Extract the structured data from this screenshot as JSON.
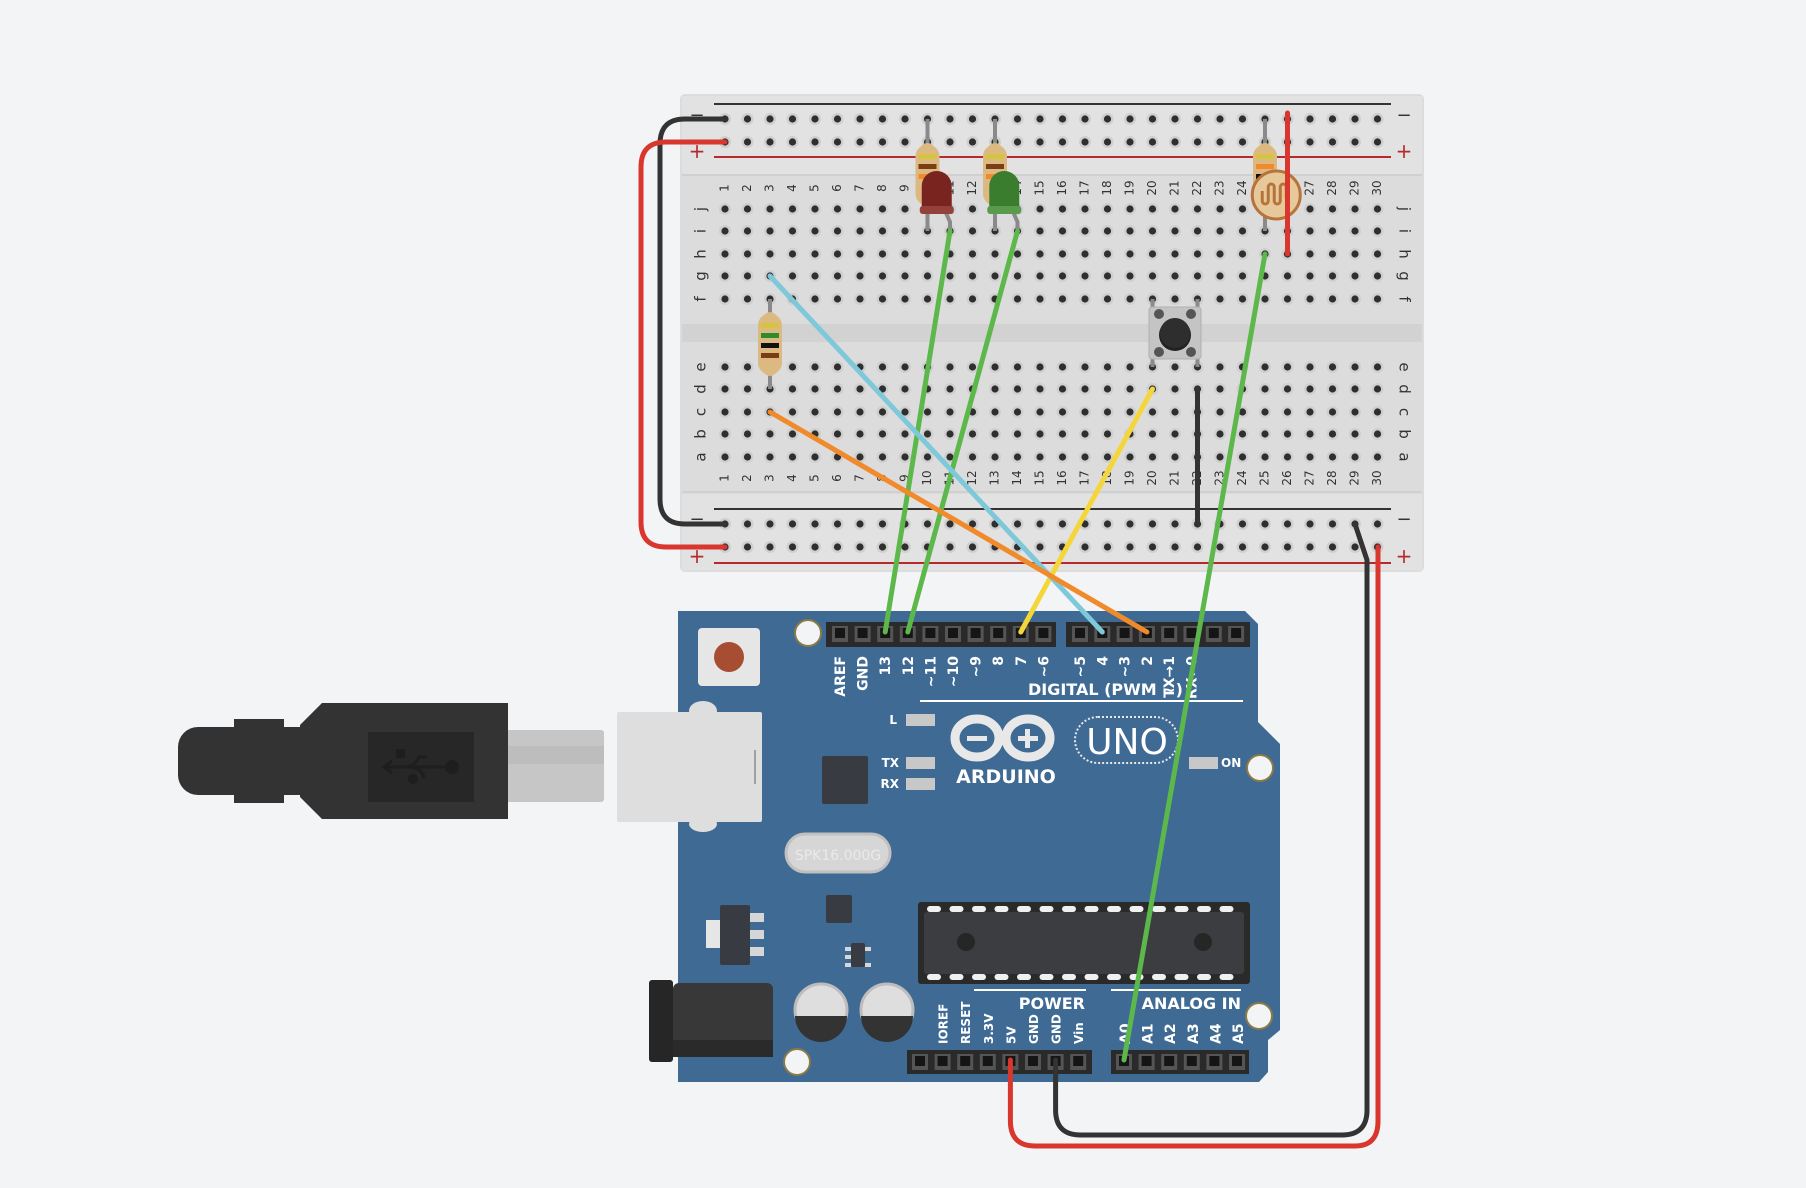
{
  "canvas": {
    "title": "Arduino circuit: LEDs, pushbutton and photoresistor on breadboard",
    "background": "#f3f4f6"
  },
  "breadboard": {
    "columns": 30,
    "top_rows": [
      "j",
      "i",
      "h",
      "g",
      "f"
    ],
    "bottom_rows": [
      "e",
      "d",
      "c",
      "b",
      "a"
    ],
    "rail_minus_label": "−",
    "rail_plus_label": "+",
    "colors": {
      "body": "#dcdcdc",
      "hole": "#2f2f2f",
      "rail_minus": "#333333",
      "rail_plus": "#b52a2a"
    }
  },
  "components": {
    "resistors": [
      {
        "name": "red-led-resistor",
        "col": 10,
        "from": "-top",
        "to": "i",
        "bands": [
          "#d4c441",
          "#7a3d14",
          "#f08a2a"
        ]
      },
      {
        "name": "green-led-resistor",
        "col": 13,
        "from": "-top",
        "to": "i",
        "bands": [
          "#d4c441",
          "#7a3d14",
          "#f08a2a"
        ]
      },
      {
        "name": "photoresistor-resistor",
        "col": 25,
        "from": "-top",
        "to": "i",
        "bands": [
          "#d4c441",
          "#f08a2a",
          "#111111",
          "#7a3d14"
        ]
      },
      {
        "name": "pushbutton-resistor",
        "col": 3,
        "from": "f",
        "to": "d",
        "bands": [
          "#d4c441",
          "#2e8b2e",
          "#111111",
          "#7a3d14"
        ]
      }
    ],
    "leds": [
      {
        "name": "red-led",
        "color": "#7a2420",
        "rim": "#94403b",
        "cathode_col": 10,
        "anode_col": 11
      },
      {
        "name": "green-led",
        "color": "#3a7d2e",
        "rim": "#5a9a4c",
        "cathode_col": 13,
        "anode_col": 14
      }
    ],
    "photoresistor": {
      "cols": [
        25,
        26
      ],
      "row": "i"
    },
    "pushbutton": {
      "cols": [
        20,
        22
      ]
    }
  },
  "wires": [
    {
      "name": "wire-top-gnd-to-bottom-gnd",
      "color": "#333333"
    },
    {
      "name": "wire-top-5v-to-bottom-5v",
      "color": "#d9362e"
    },
    {
      "name": "wire-led-red-to-pin13",
      "color": "#5cb84a"
    },
    {
      "name": "wire-led-green-to-pin12",
      "color": "#5cb84a"
    },
    {
      "name": "wire-button-to-pin7",
      "color": "#f5d63a"
    },
    {
      "name": "wire-g3-to-pin4",
      "color": "#7ec8da"
    },
    {
      "name": "wire-c3-to-pin2",
      "color": "#f08a2a"
    },
    {
      "name": "wire-ldr-to-a0",
      "color": "#5cb84a"
    },
    {
      "name": "wire-button-gnd",
      "color": "#333333"
    },
    {
      "name": "wire-5v-to-rail",
      "color": "#d9362e"
    },
    {
      "name": "wire-gnd-to-rail",
      "color": "#333333"
    }
  ],
  "arduino": {
    "brand": "ARDUINO",
    "model": "UNO",
    "board_color": "#3f6a94",
    "digital_pins": [
      "AREF",
      "GND",
      "13",
      "12",
      "~11",
      "~10",
      "~9",
      "8",
      "7",
      "~6",
      "~5",
      "4",
      "~3",
      "2",
      "TX→1",
      "RX←0"
    ],
    "digital_label": "DIGITAL (PWM ~)",
    "power_label": "POWER",
    "power_pins": [
      "IOREF",
      "RESET",
      "3.3V",
      "5V",
      "GND",
      "GND",
      "Vin"
    ],
    "analog_label": "ANALOG IN",
    "analog_pins": [
      "A0",
      "A1",
      "A2",
      "A3",
      "A4",
      "A5"
    ],
    "led_labels": {
      "l": "L",
      "tx": "TX",
      "rx": "RX",
      "on": "ON"
    },
    "crystal_label": "SPK16.000G"
  }
}
